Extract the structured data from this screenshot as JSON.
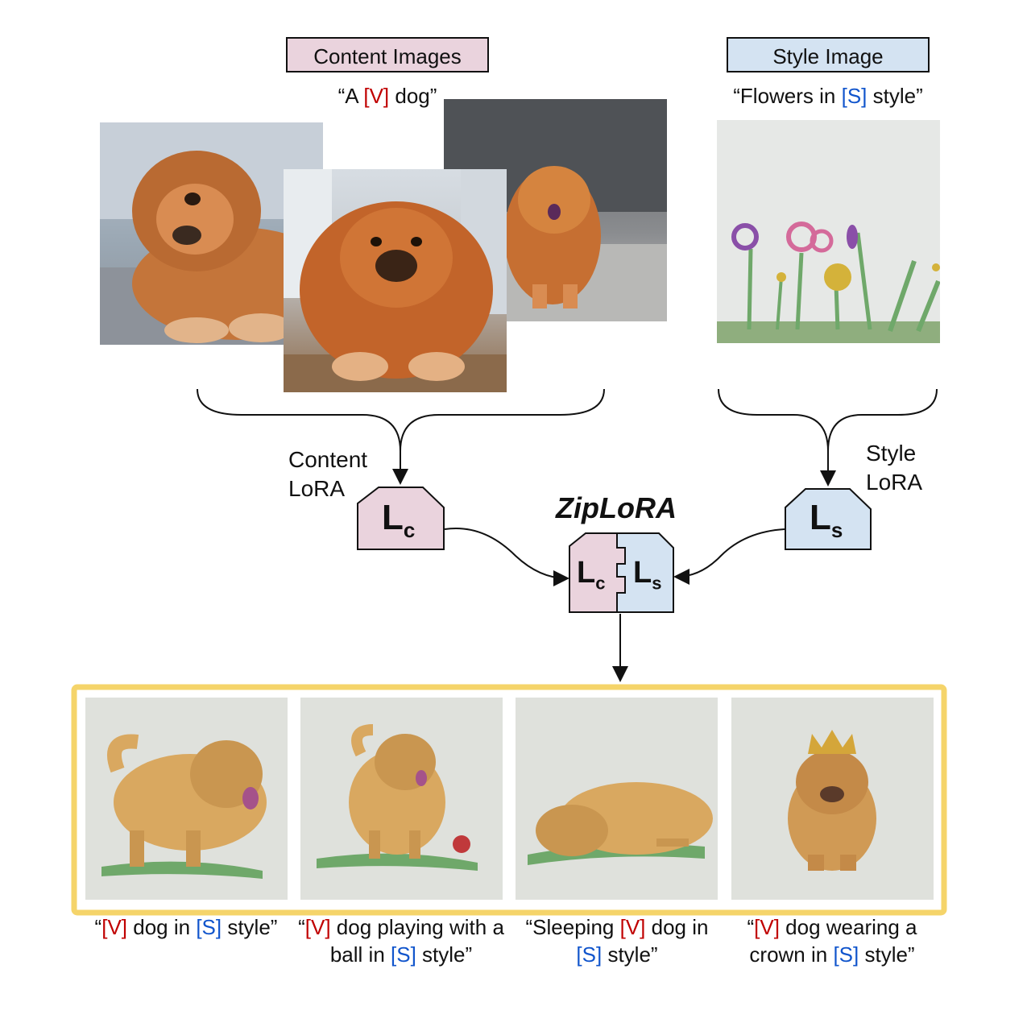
{
  "content": {
    "box_label": "Content Images",
    "prompt_open": "“A ",
    "prompt_token": "[V]",
    "prompt_close": " dog”",
    "lora_label_line1": "Content",
    "lora_label_line2": "LoRA",
    "lora_letter": "L",
    "lora_sub": "c",
    "box_color": "#ead3dd"
  },
  "style": {
    "box_label": "Style Image",
    "prompt_open": "“Flowers in ",
    "prompt_token": "[S]",
    "prompt_close": " style”",
    "lora_label_line1": "Style",
    "lora_label_line2": "LoRA",
    "lora_letter": "L",
    "lora_sub": "s",
    "box_color": "#d4e3f2"
  },
  "ziplora": {
    "title": "ZipLoRA",
    "left_letter": "L",
    "left_sub": "c",
    "right_letter": "L",
    "right_sub": "s"
  },
  "outputs": [
    {
      "parts": [
        [
          "“",
          ""
        ],
        [
          "[V]",
          "red"
        ],
        [
          " dog in ",
          ""
        ],
        [
          "[S]",
          "blue"
        ],
        [
          " style”",
          ""
        ]
      ]
    },
    {
      "parts": [
        [
          "“",
          ""
        ],
        [
          "[V]",
          "red"
        ],
        [
          " dog playing with a ball in ",
          ""
        ],
        [
          "[S]",
          "blue"
        ],
        [
          " style”",
          ""
        ]
      ]
    },
    {
      "parts": [
        [
          "“Sleeping ",
          ""
        ],
        [
          "[V]",
          "red"
        ],
        [
          " dog in ",
          ""
        ],
        [
          "[S]",
          "blue"
        ],
        [
          " style”",
          ""
        ]
      ]
    },
    {
      "parts": [
        [
          "“",
          ""
        ],
        [
          "[V]",
          "red"
        ],
        [
          " dog wearing a crown in ",
          ""
        ],
        [
          "[S]",
          "blue"
        ],
        [
          " style”",
          ""
        ]
      ]
    }
  ],
  "colors": {
    "token_red": "#c00000",
    "token_blue": "#1155cc",
    "highlight_border": "#f5d46a"
  }
}
